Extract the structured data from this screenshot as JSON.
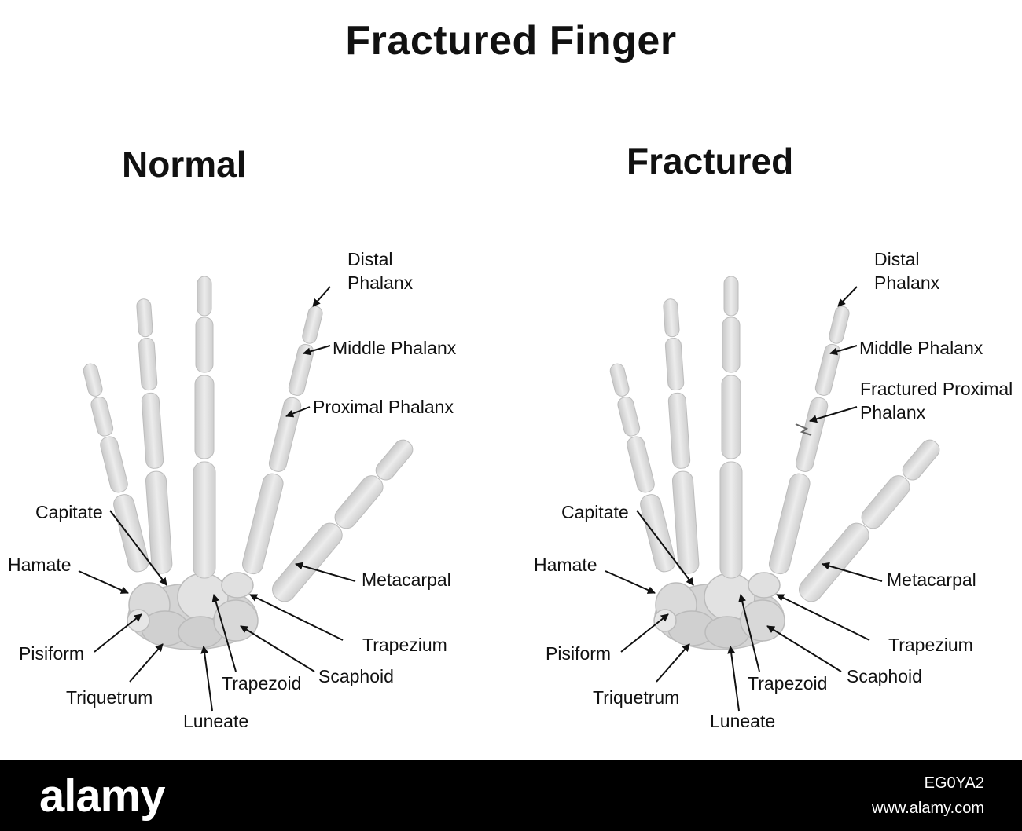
{
  "title": "Fractured Finger",
  "panels": {
    "normal": {
      "title": "Normal",
      "labels": {
        "distal_phalanx": "Distal Phalanx",
        "middle_phalanx": "Middle Phalanx",
        "proximal_phalanx": "Proximal Phalanx",
        "capitate": "Capitate",
        "hamate": "Hamate",
        "metacarpal": "Metacarpal",
        "pisiform": "Pisiform",
        "trapezium": "Trapezium",
        "triquetrum": "Triquetrum",
        "trapezoid": "Trapezoid",
        "scaphoid": "Scaphoid",
        "luneate": "Luneate"
      }
    },
    "fractured": {
      "title": "Fractured",
      "labels": {
        "distal_phalanx": "Distal Phalanx",
        "middle_phalanx": "Middle Phalanx",
        "proximal_phalanx": "Fractured Proximal Phalanx",
        "capitate": "Capitate",
        "hamate": "Hamate",
        "metacarpal": "Metacarpal",
        "pisiform": "Pisiform",
        "trapezium": "Trapezium",
        "triquetrum": "Triquetrum",
        "trapezoid": "Trapezoid",
        "scaphoid": "Scaphoid",
        "luneate": "Luneate"
      }
    }
  },
  "footer": {
    "logo": "alamy",
    "image_id": "EG0YA2",
    "site": "www.alamy.com"
  },
  "colors": {
    "bone_fill": "#dcdcdc",
    "bone_stroke": "#b8b8b8",
    "joint": "#c4c4c4",
    "arrow": "#111111",
    "footer_bg": "#000000"
  }
}
